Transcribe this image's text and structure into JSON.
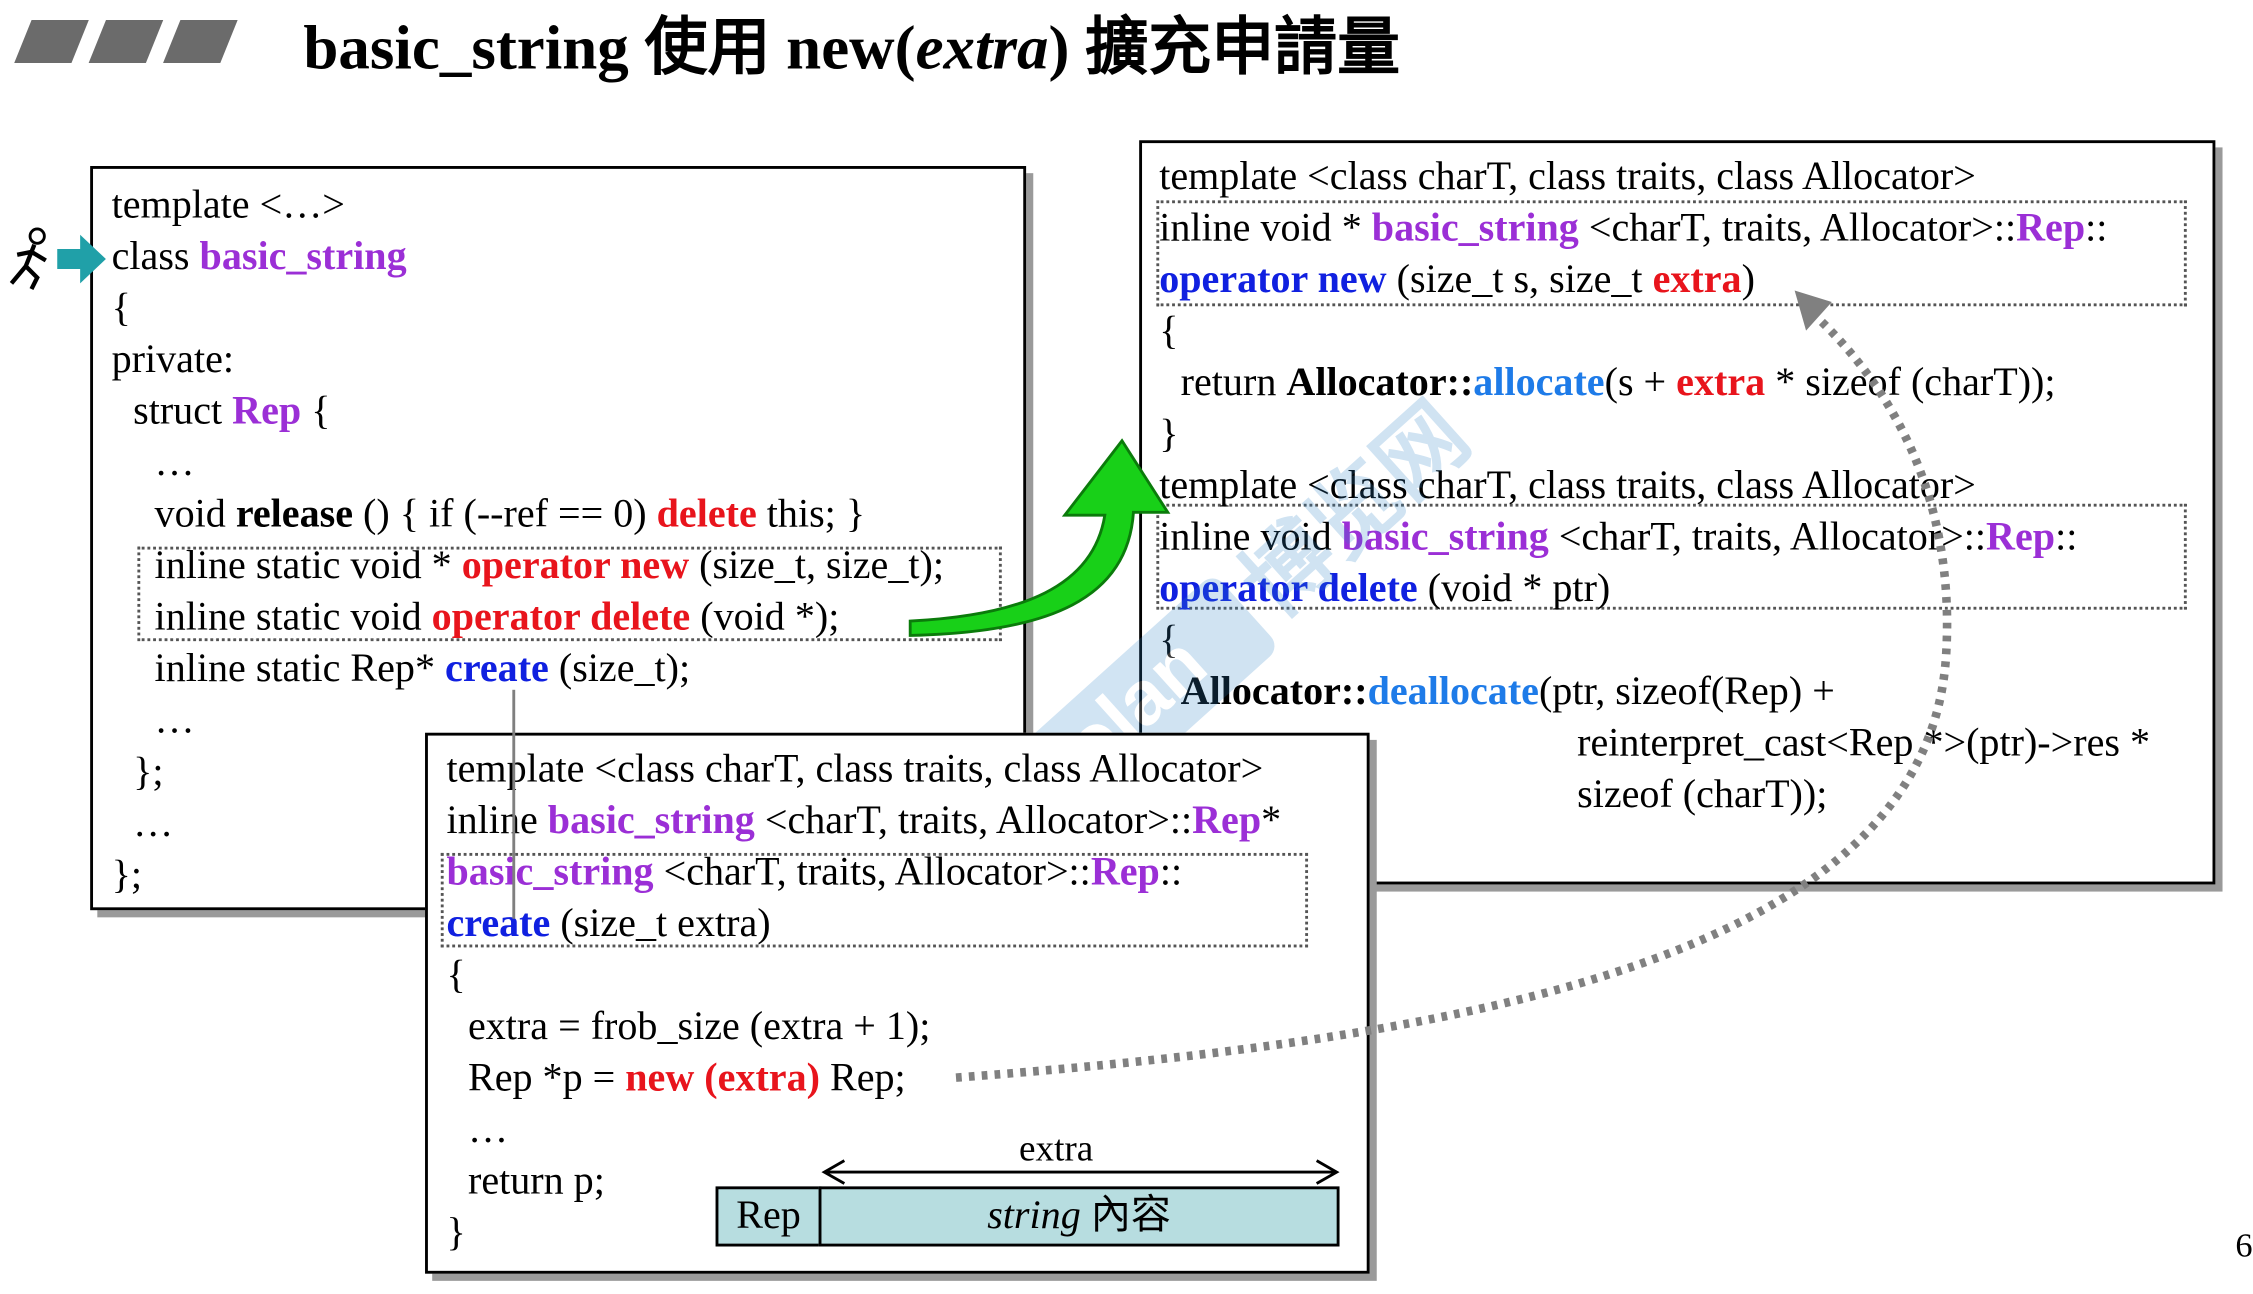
{
  "title": {
    "prefix": "basic_string 使用 new(",
    "italic": "extra",
    "suffix": ") 擴充申請量"
  },
  "icons": {
    "runner": "running-person-icon",
    "arrow": "teal-arrow-icon",
    "curved_arrow": "green-curved-arrow",
    "watermark": "watermark-logo"
  },
  "colors": {
    "purple": "#9b2fd6",
    "red": "#e8141c",
    "blue": "#1020e0",
    "light_blue": "#1e7be8",
    "teal": "#20a0a8",
    "cell": "#b7dde0",
    "green": "#18d018"
  },
  "left": {
    "l1": "template <…>",
    "l2a": "class ",
    "l2b": "basic_string",
    "l3": "{",
    "l4": "private:",
    "l5a": "struct ",
    "l5b": "Rep",
    "l5c": " {",
    "l6": "…",
    "l7a": "void ",
    "l7b": "release",
    "l7c": " () { if (--ref == 0) ",
    "l7d": "delete",
    "l7e": " this; }",
    "l8a": "inline static void * ",
    "l8b": "operator new",
    "l8c": " (size_t, size_t);",
    "l9a": "inline static void ",
    "l9b": "operator delete",
    "l9c": " (void *);",
    "l10a": "inline static Rep* ",
    "l10b": "create",
    "l10c": " (size_t);",
    "l11": "…",
    "l12": "};",
    "l13": "…",
    "l14": "};"
  },
  "right": {
    "r1": "template <class charT, class traits, class Allocator>",
    "r2a": "inline void * ",
    "r2b": "basic_string",
    "r2c": " <charT, traits, Allocator>::",
    "r2d": "Rep",
    "r2e": "::",
    "r3a": "operator new",
    "r3b": " (size_t s, size_t ",
    "r3c": "extra",
    "r3d": ")",
    "r4": "{",
    "r5a": "return ",
    "r5b": "Allocator::",
    "r5c": "allocate",
    "r5d": "(s + ",
    "r5e": "extra",
    "r5f": " * sizeof (charT));",
    "r6": "}",
    "r7": "template <class charT, class traits, class Allocator>",
    "r8a": "inline void ",
    "r8b": "basic_string",
    "r8c": " <charT, traits, Allocator>::",
    "r8d": "Rep",
    "r8e": "::",
    "r9a": "operator delete",
    "r9b": " (void * ptr)",
    "r10": "{",
    "r11a": "Allocator::",
    "r11b": "deallocate",
    "r11c": "(ptr, sizeof(Rep) +",
    "r12": "reinterpret_cast<Rep *>(ptr)->res *",
    "r13": "sizeof (charT));"
  },
  "bottom": {
    "b1": "template <class charT, class traits, class Allocator>",
    "b2a": "inline ",
    "b2b": "basic_string",
    "b2c": " <charT, traits, Allocator>::",
    "b2d": "Rep",
    "b2e": "*",
    "b3a": "basic_string",
    "b3b": " <charT, traits, Allocator>::",
    "b3c": "Rep",
    "b3d": "::",
    "b4a": "create",
    "b4b": " (size_t extra)",
    "b5": "{",
    "b6": "extra = frob_size (extra + 1);",
    "b7a": "Rep *p = ",
    "b7b": "new (extra)",
    "b7c": " Rep;",
    "b8": "…",
    "b9": "return p;",
    "b10": "}"
  },
  "diagram": {
    "extra": "extra",
    "rep": "Rep",
    "string_italic": "string",
    "string_suffix": " 內容"
  },
  "page_number": "6"
}
